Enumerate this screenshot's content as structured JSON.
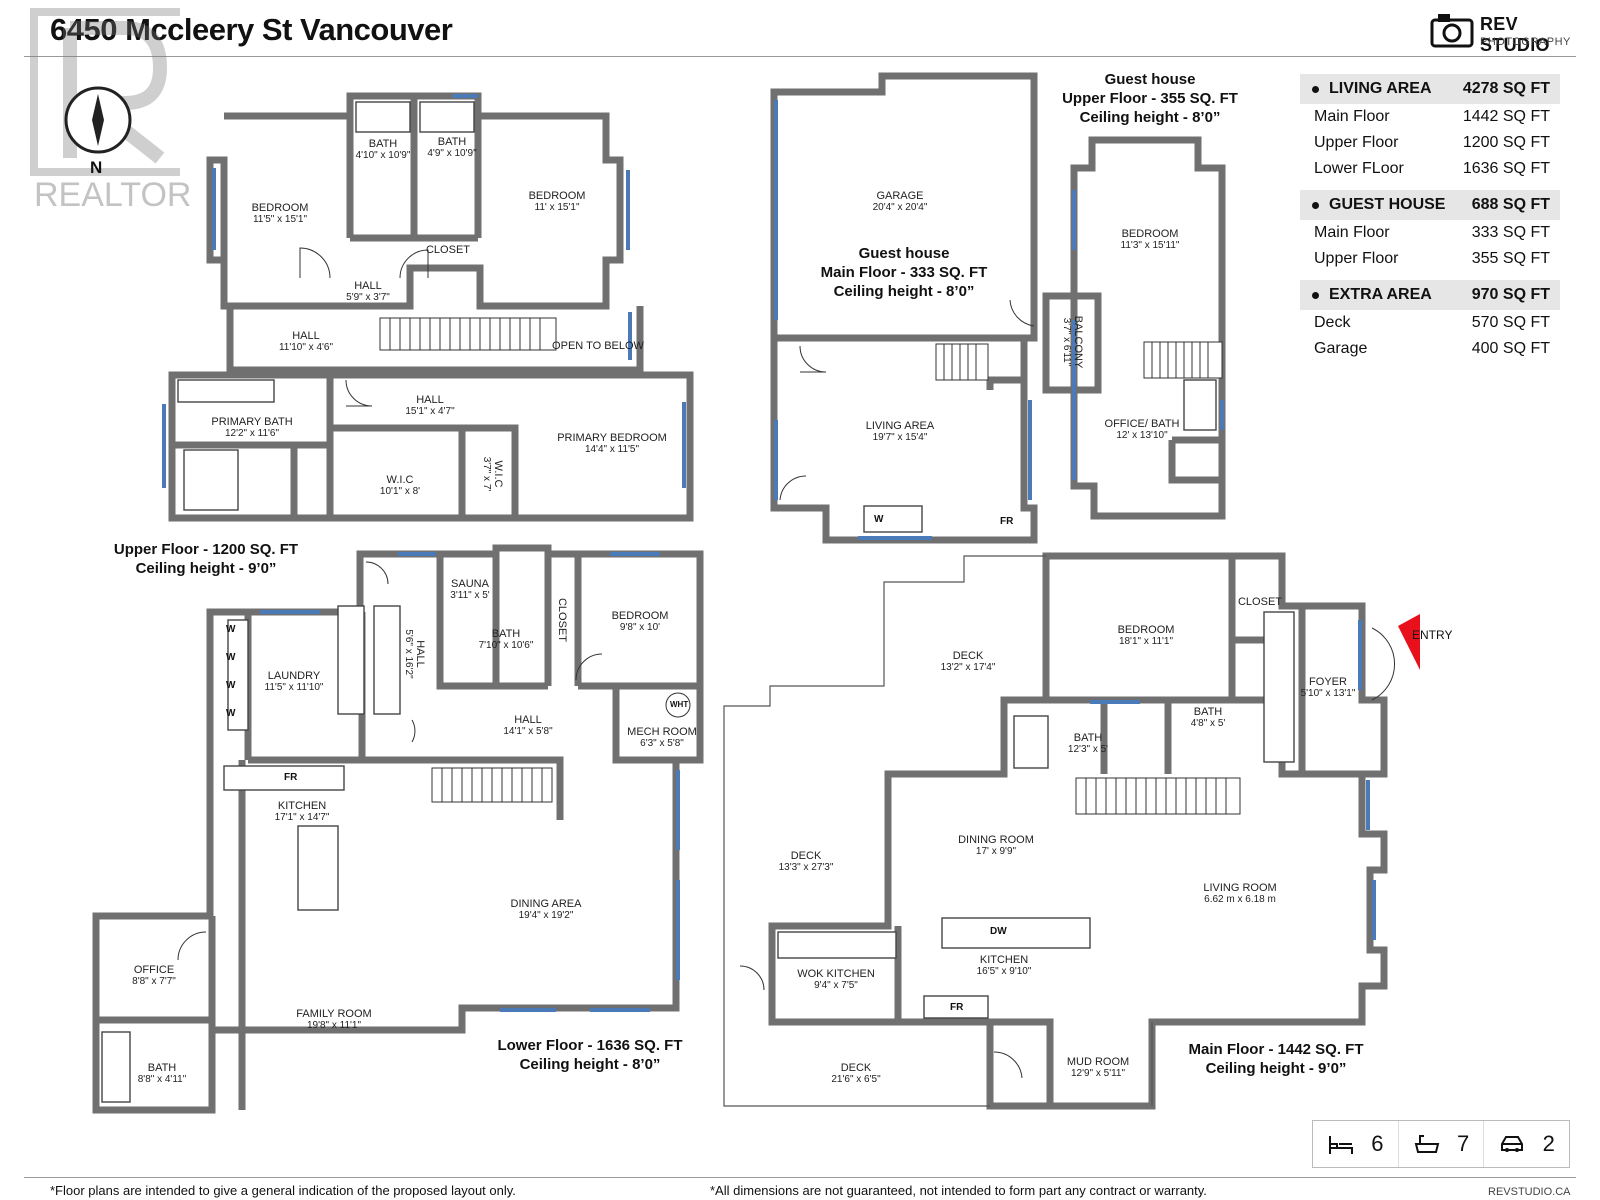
{
  "title": "6450 Mccleery St Vancouver",
  "brand": {
    "name": "REV STUDIO",
    "sub": "PHOTOGRAPHY",
    "realtor": "REALTOR",
    "compass": "N",
    "site": "REVSTUDIO.CA"
  },
  "colors": {
    "wall": "#707070",
    "window": "#4a7ab8",
    "entry_arrow": "#e8111b",
    "table_band": "#e6e6e6"
  },
  "area_table": {
    "living": {
      "label": "LIVING AREA",
      "value": "4278 SQ FT",
      "rows": [
        {
          "label": "Main Floor",
          "value": "1442 SQ FT"
        },
        {
          "label": "Upper Floor",
          "value": "1200 SQ FT"
        },
        {
          "label": "Lower FLoor",
          "value": "1636 SQ FT"
        }
      ]
    },
    "guest": {
      "label": "GUEST HOUSE",
      "value": "688 SQ FT",
      "rows": [
        {
          "label": "Main Floor",
          "value": "333 SQ FT"
        },
        {
          "label": "Upper Floor",
          "value": "355 SQ FT"
        }
      ]
    },
    "extra": {
      "label": "EXTRA AREA",
      "value": "970 SQ FT",
      "rows": [
        {
          "label": "Deck",
          "value": "570 SQ FT"
        },
        {
          "label": "Garage",
          "value": "400 SQ FT"
        }
      ]
    }
  },
  "floors": {
    "upper": {
      "line1": "Upper Floor - 1200 SQ. FT",
      "line2": "Ceiling height - 9’0”"
    },
    "lower": {
      "line1": "Lower Floor - 1636 SQ. FT",
      "line2": "Ceiling height - 8’0”"
    },
    "main": {
      "line1": "Main Floor - 1442 SQ. FT",
      "line2": "Ceiling height - 9’0”"
    },
    "guest_main": {
      "line1": "Guest house",
      "line2": "Main Floor - 333 SQ. FT",
      "line3": "Ceiling height - 8’0”"
    },
    "guest_upper": {
      "line1": "Guest house",
      "line2": "Upper Floor - 355 SQ. FT",
      "line3": "Ceiling height - 8’0”"
    }
  },
  "rooms": {
    "u_bed1": {
      "name": "BEDROOM",
      "dim": "11'5\" x 15'1\""
    },
    "u_bath1": {
      "name": "BATH",
      "dim": "4'10\" x 10'9\""
    },
    "u_bath2": {
      "name": "BATH",
      "dim": "4'9\" x 10'9\""
    },
    "u_bed2": {
      "name": "BEDROOM",
      "dim": "11' x 15'1\""
    },
    "u_closet": {
      "name": "CLOSET",
      "dim": ""
    },
    "u_hall1": {
      "name": "HALL",
      "dim": "5'9\" x 3'7\""
    },
    "u_hall2": {
      "name": "HALL",
      "dim": "11'10\" x 4'6\""
    },
    "u_open": {
      "name": "OPEN TO BELOW",
      "dim": ""
    },
    "u_pbath": {
      "name": "PRIMARY BATH",
      "dim": "12'2\" x 11'6\""
    },
    "u_hall3": {
      "name": "HALL",
      "dim": "15'1\" x 4'7\""
    },
    "u_pbed": {
      "name": "PRIMARY BEDROOM",
      "dim": "14'4\" x 11'5\""
    },
    "u_wic": {
      "name": "W.I.C",
      "dim": "10'1\" x 8'"
    },
    "u_wic2": {
      "name": "W.I.C",
      "dim": "3'7\" x 7'"
    },
    "g_garage": {
      "name": "GARAGE",
      "dim": "20'4\" x 20'4\""
    },
    "g_living": {
      "name": "LIVING AREA",
      "dim": "19'7\" x 15'4\""
    },
    "g_bed": {
      "name": "BEDROOM",
      "dim": "11'3\" x 15'11\""
    },
    "g_office": {
      "name": "OFFICE/ BATH",
      "dim": "12' x 13'10\""
    },
    "g_balcony": {
      "name": "BALCONY",
      "dim": "3'7\" x 6'11\""
    },
    "l_sauna": {
      "name": "SAUNA",
      "dim": "3'11\" x 5'"
    },
    "l_bath1": {
      "name": "BATH",
      "dim": "7'10\" x 10'6\""
    },
    "l_closet": {
      "name": "CLOSET",
      "dim": ""
    },
    "l_bed": {
      "name": "BEDROOM",
      "dim": "9'8\" x 10'"
    },
    "l_laundry": {
      "name": "LAUNDRY",
      "dim": "11'5\" x 11'10\""
    },
    "l_hallv": {
      "name": "HALL",
      "dim": "5'6\" x 16'2\""
    },
    "l_hall": {
      "name": "HALL",
      "dim": "14'1\" x 5'8\""
    },
    "l_mech": {
      "name": "MECH ROOM",
      "dim": "6'3\" x 5'8\""
    },
    "l_kitchen": {
      "name": "KITCHEN",
      "dim": "17'1\" x 14'7\""
    },
    "l_dining": {
      "name": "DINING AREA",
      "dim": "19'4\" x 19'2\""
    },
    "l_office": {
      "name": "OFFICE",
      "dim": "8'8\" x 7'7\""
    },
    "l_family": {
      "name": "FAMILY ROOM",
      "dim": "19'8\" x 11'1\""
    },
    "l_bath2": {
      "name": "BATH",
      "dim": "8'8\" x 4'11\""
    },
    "m_deck1": {
      "name": "DECK",
      "dim": "13'2\" x 17'4\""
    },
    "m_bed": {
      "name": "BEDROOM",
      "dim": "18'1\" x 11'1\""
    },
    "m_closet": {
      "name": "CLOSET",
      "dim": ""
    },
    "m_foyer": {
      "name": "FOYER",
      "dim": "5'10\" x 13'1\""
    },
    "m_bath1": {
      "name": "BATH",
      "dim": "12'3\" x 5'"
    },
    "m_bath2": {
      "name": "BATH",
      "dim": "4'8\" x 5'"
    },
    "m_deck2": {
      "name": "DECK",
      "dim": "13'3\" x 27'3\""
    },
    "m_dining": {
      "name": "DINING ROOM",
      "dim": "17' x 9'9\""
    },
    "m_living": {
      "name": "LIVING ROOM",
      "dim": "6.62 m x 6.18 m"
    },
    "m_kitchen": {
      "name": "KITCHEN",
      "dim": "16'5\" x 9'10\""
    },
    "m_wok": {
      "name": "WOK KITCHEN",
      "dim": "9'4\" x 7'5\""
    },
    "m_deck3": {
      "name": "DECK",
      "dim": "21'6\" x 6'5\""
    },
    "m_mud": {
      "name": "MUD ROOM",
      "dim": "12'9\" x 5'11\""
    }
  },
  "fixtures": {
    "fr": "FR",
    "w": "W",
    "dw": "DW",
    "wht": "WHT"
  },
  "entry": "ENTRY",
  "badges": {
    "bedrooms": "6",
    "bathrooms": "7",
    "parking": "2",
    "icons": [
      "bed-icon",
      "bathtub-icon",
      "car-icon"
    ]
  },
  "footer": {
    "left": "*Floor plans are intended to give a general indication of the proposed layout only.",
    "middle": "*All dimensions are not guaranteed, not intended to form part any contract or warranty."
  }
}
